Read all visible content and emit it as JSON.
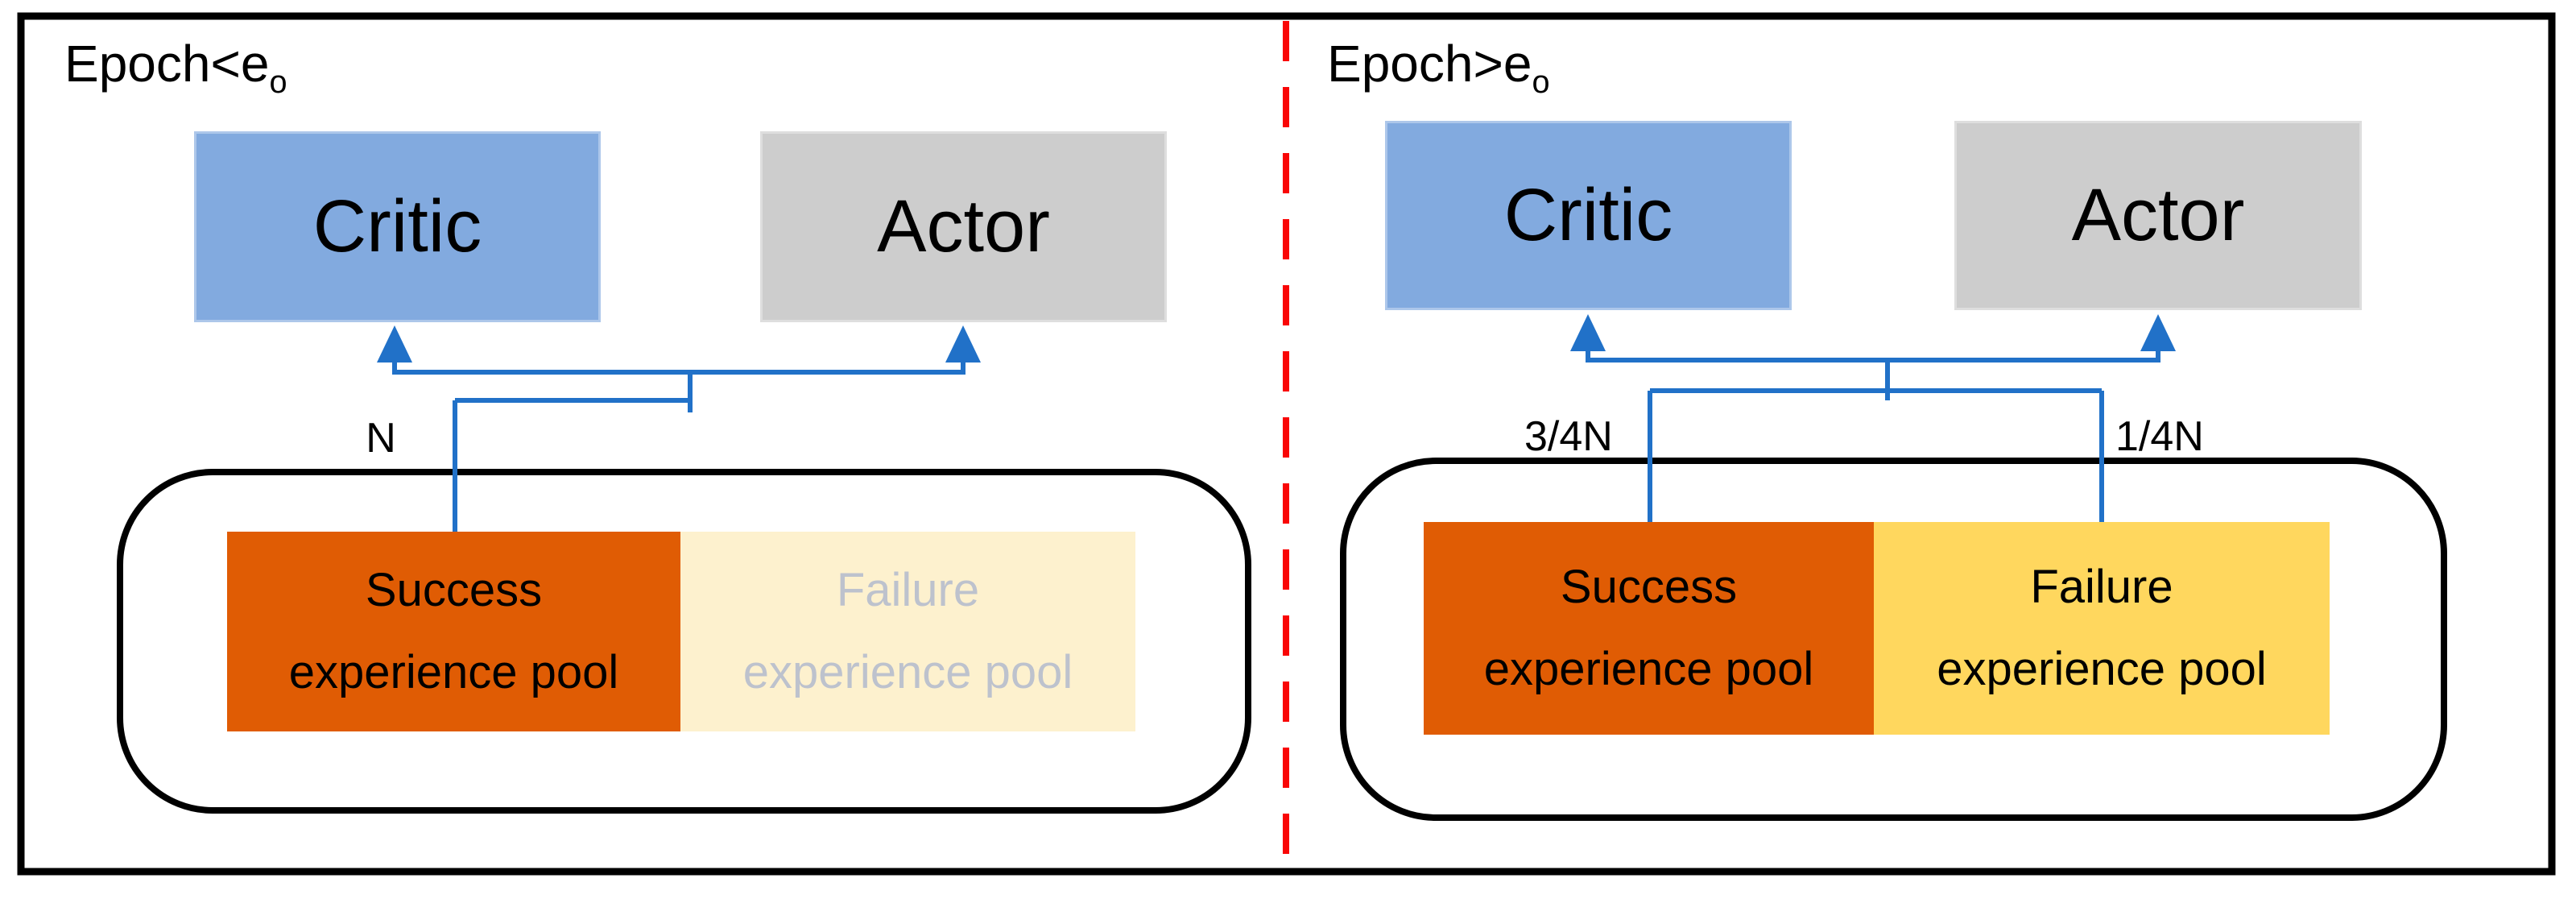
{
  "colors": {
    "critic_blue": "#82AADF",
    "actor_gray": "#CDCDCD",
    "success_orange": "#E05C04",
    "failure_faded_cream": "#FDF1CE",
    "failure_faded_text": "#BDC2CD",
    "failure_yellow": "#FFD75E",
    "connector_blue": "#2171C8",
    "divider_red": "#F90606",
    "outline_black": "#000000"
  },
  "left_panel": {
    "title_main": "Epoch<e",
    "title_sub": "o",
    "critic_label": "Critic",
    "actor_label": "Actor",
    "sample_label": "N",
    "success_pool": {
      "line1": "Success",
      "line2": "experience pool"
    },
    "failure_pool": {
      "line1": "Failure",
      "line2": "experience pool"
    }
  },
  "right_panel": {
    "title_main": "Epoch>e",
    "title_sub": "o",
    "critic_label": "Critic",
    "actor_label": "Actor",
    "success_sample_label": "3/4N",
    "failure_sample_label": "1/4N",
    "success_pool": {
      "line1": "Success",
      "line2": "experience pool"
    },
    "failure_pool": {
      "line1": "Failure",
      "line2": "experience pool"
    }
  }
}
